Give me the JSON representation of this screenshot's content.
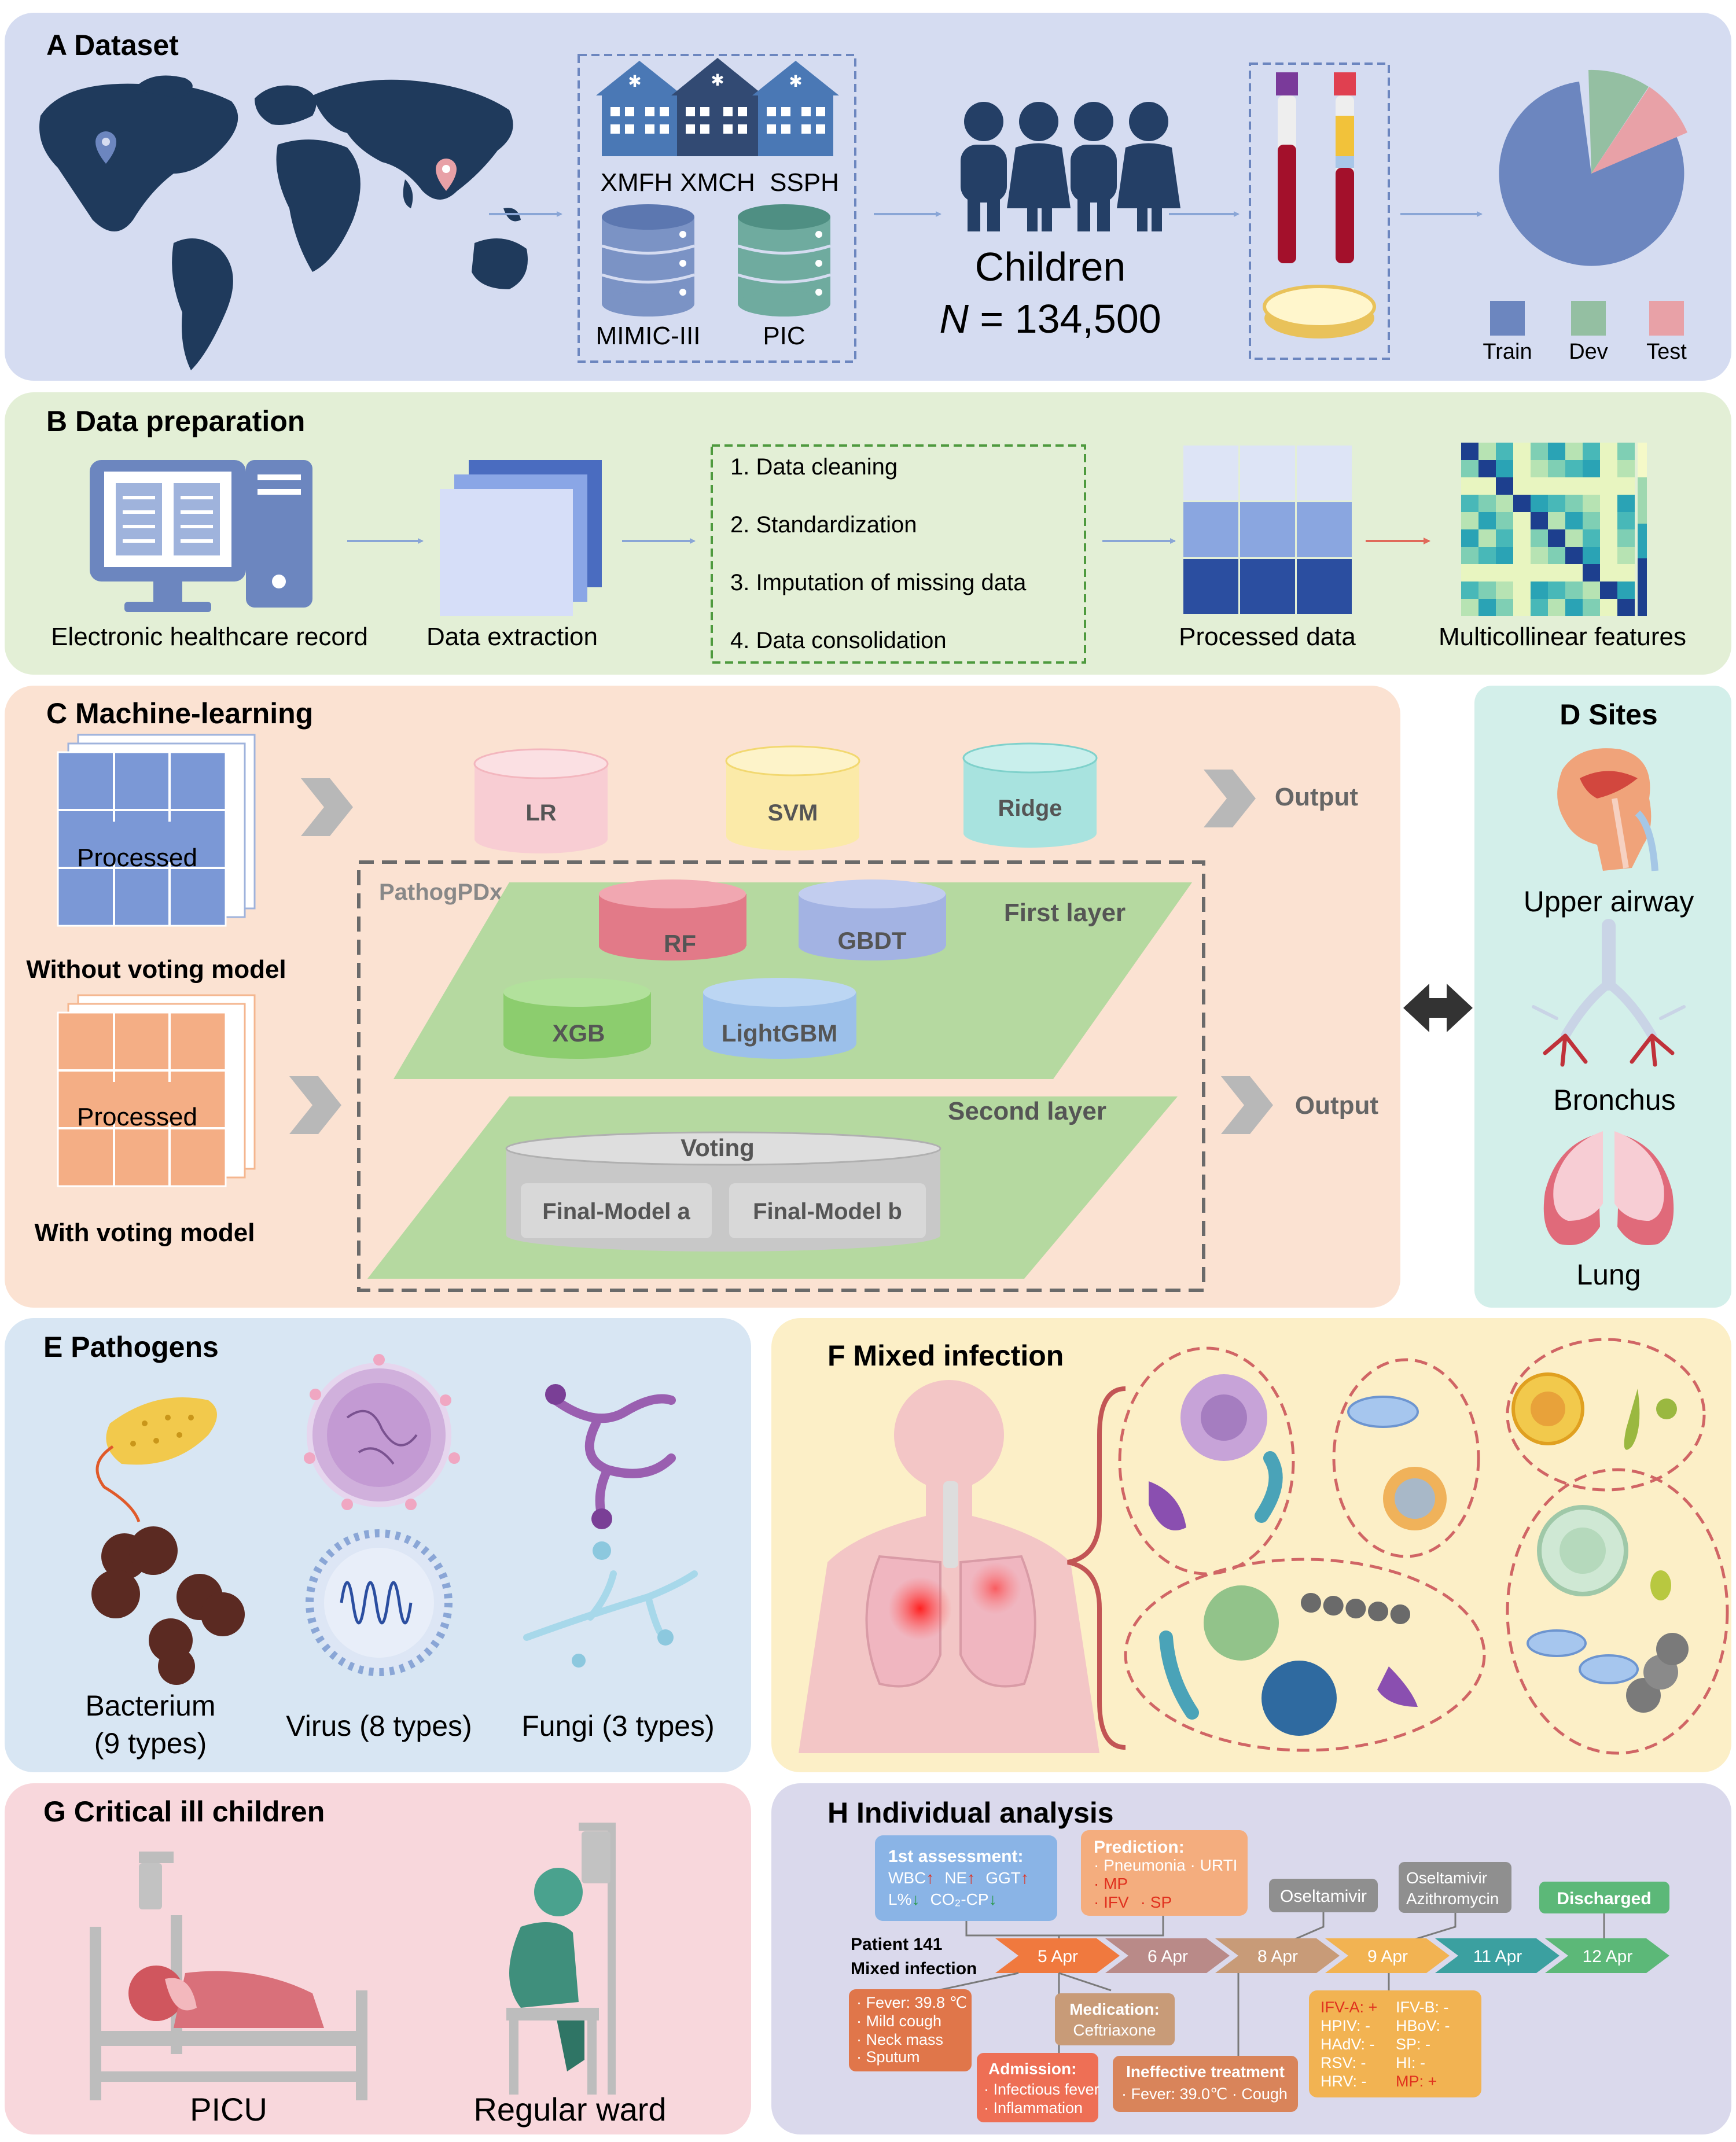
{
  "panels": {
    "a": {
      "title": "A Dataset",
      "hospitals": [
        "XMFH",
        "XMCH",
        "SSPH"
      ],
      "databases": [
        "MIMIC-III",
        "PIC"
      ],
      "children_label": "Children",
      "n_symbol": "N",
      "n_value": " = 134,500",
      "legend": [
        "Train",
        "Dev",
        "Test"
      ]
    },
    "b": {
      "title": "B Data preparation",
      "labels": {
        "ehr": "Electronic healthcare record",
        "extraction": "Data extraction",
        "processed": "Processed data",
        "multicollinear": "Multicollinear features"
      },
      "steps": [
        "1.  Data cleaning",
        "2.  Standardization",
        "3.  Imputation of missing data",
        "4.  Data consolidation"
      ]
    },
    "c": {
      "title": "C Machine-learning",
      "processed": "Processed",
      "without_voting": "Without voting model",
      "with_voting": "With voting model",
      "models_top": [
        "LR",
        "SVM",
        "Ridge"
      ],
      "output": "Output",
      "pathog": "PathogPDx",
      "first_layer": "First layer",
      "second_layer": "Second layer",
      "first_models": [
        "RF",
        "GBDT",
        "XGB",
        "LightGBM"
      ],
      "voting": "Voting",
      "final_a": "Final-Model a",
      "final_b": "Final-Model b"
    },
    "d": {
      "title": "D Sites",
      "sites": [
        "Upper airway",
        "Bronchus",
        "Lung"
      ]
    },
    "e": {
      "title": "E Pathogens",
      "bacterium_1": "Bacterium",
      "bacterium_2": "(9 types)",
      "virus": "Virus (8 types)",
      "fungi": "Fungi (3 types)"
    },
    "f": {
      "title": "F Mixed infection"
    },
    "g": {
      "title": "G Critical ill children",
      "picu": "PICU",
      "ward": "Regular ward"
    },
    "h": {
      "title": "H Individual analysis",
      "assessment_title": "1st assessment:",
      "assessment_l1": "WBC",
      "assessment_l1b": "NE",
      "assessment_l1c": "GGT",
      "assessment_l2": "L%",
      "assessment_l2b": "CO₂-CP",
      "prediction_title": "Prediction:",
      "prediction_l1": "· Pneumonia · URTI",
      "prediction_l2": "· MP",
      "prediction_l3a": "· IFV",
      "prediction_l3b": "· SP",
      "med1": "Oseltamivir",
      "med2a": "Oseltamivir",
      "med2b": "Azithromycin",
      "discharged": "Discharged",
      "patient": "Patient 141",
      "mixed": "Mixed infection",
      "dates": [
        "5 Apr",
        "6 Apr",
        "8 Apr",
        "9 Apr",
        "11 Apr",
        "12 Apr"
      ],
      "symptoms": [
        "· Fever: 39.8 ℃",
        "· Mild cough",
        "· Neck mass",
        "· Sputum"
      ],
      "medication_title": "Medication:",
      "medication_l1": "Ceftriaxone",
      "admission_title": "Admission:",
      "admission_l1": "· Infectious fever",
      "admission_l2": "· Inflammation",
      "ineffective_title": "Ineffective treatment",
      "ineffective_l1": "· Fever: 39.0℃ · Cough",
      "results_left": [
        "IFV-A: +",
        "HPIV: -",
        "HAdV: -",
        "RSV: -",
        "HRV: -"
      ],
      "results_right": [
        "IFV-B: -",
        "HBoV: -",
        "SP: -",
        "HI: -",
        "MP: +"
      ]
    }
  },
  "colors": {
    "panel_a": "#d5dcf1",
    "panel_b": "#e3efd6",
    "panel_c": "#fbe2d2",
    "panel_d": "#d3efea",
    "panel_e": "#d8e6f3",
    "panel_f": "#fcefc7",
    "panel_g": "#f8d7dc",
    "panel_h": "#dad9ec",
    "navy": "#324a73",
    "train": "#6c86bf",
    "dev": "#94bfa2",
    "test": "#e8a1a7",
    "red_text": "#e0301e",
    "green_text": "#2a9a4a"
  }
}
